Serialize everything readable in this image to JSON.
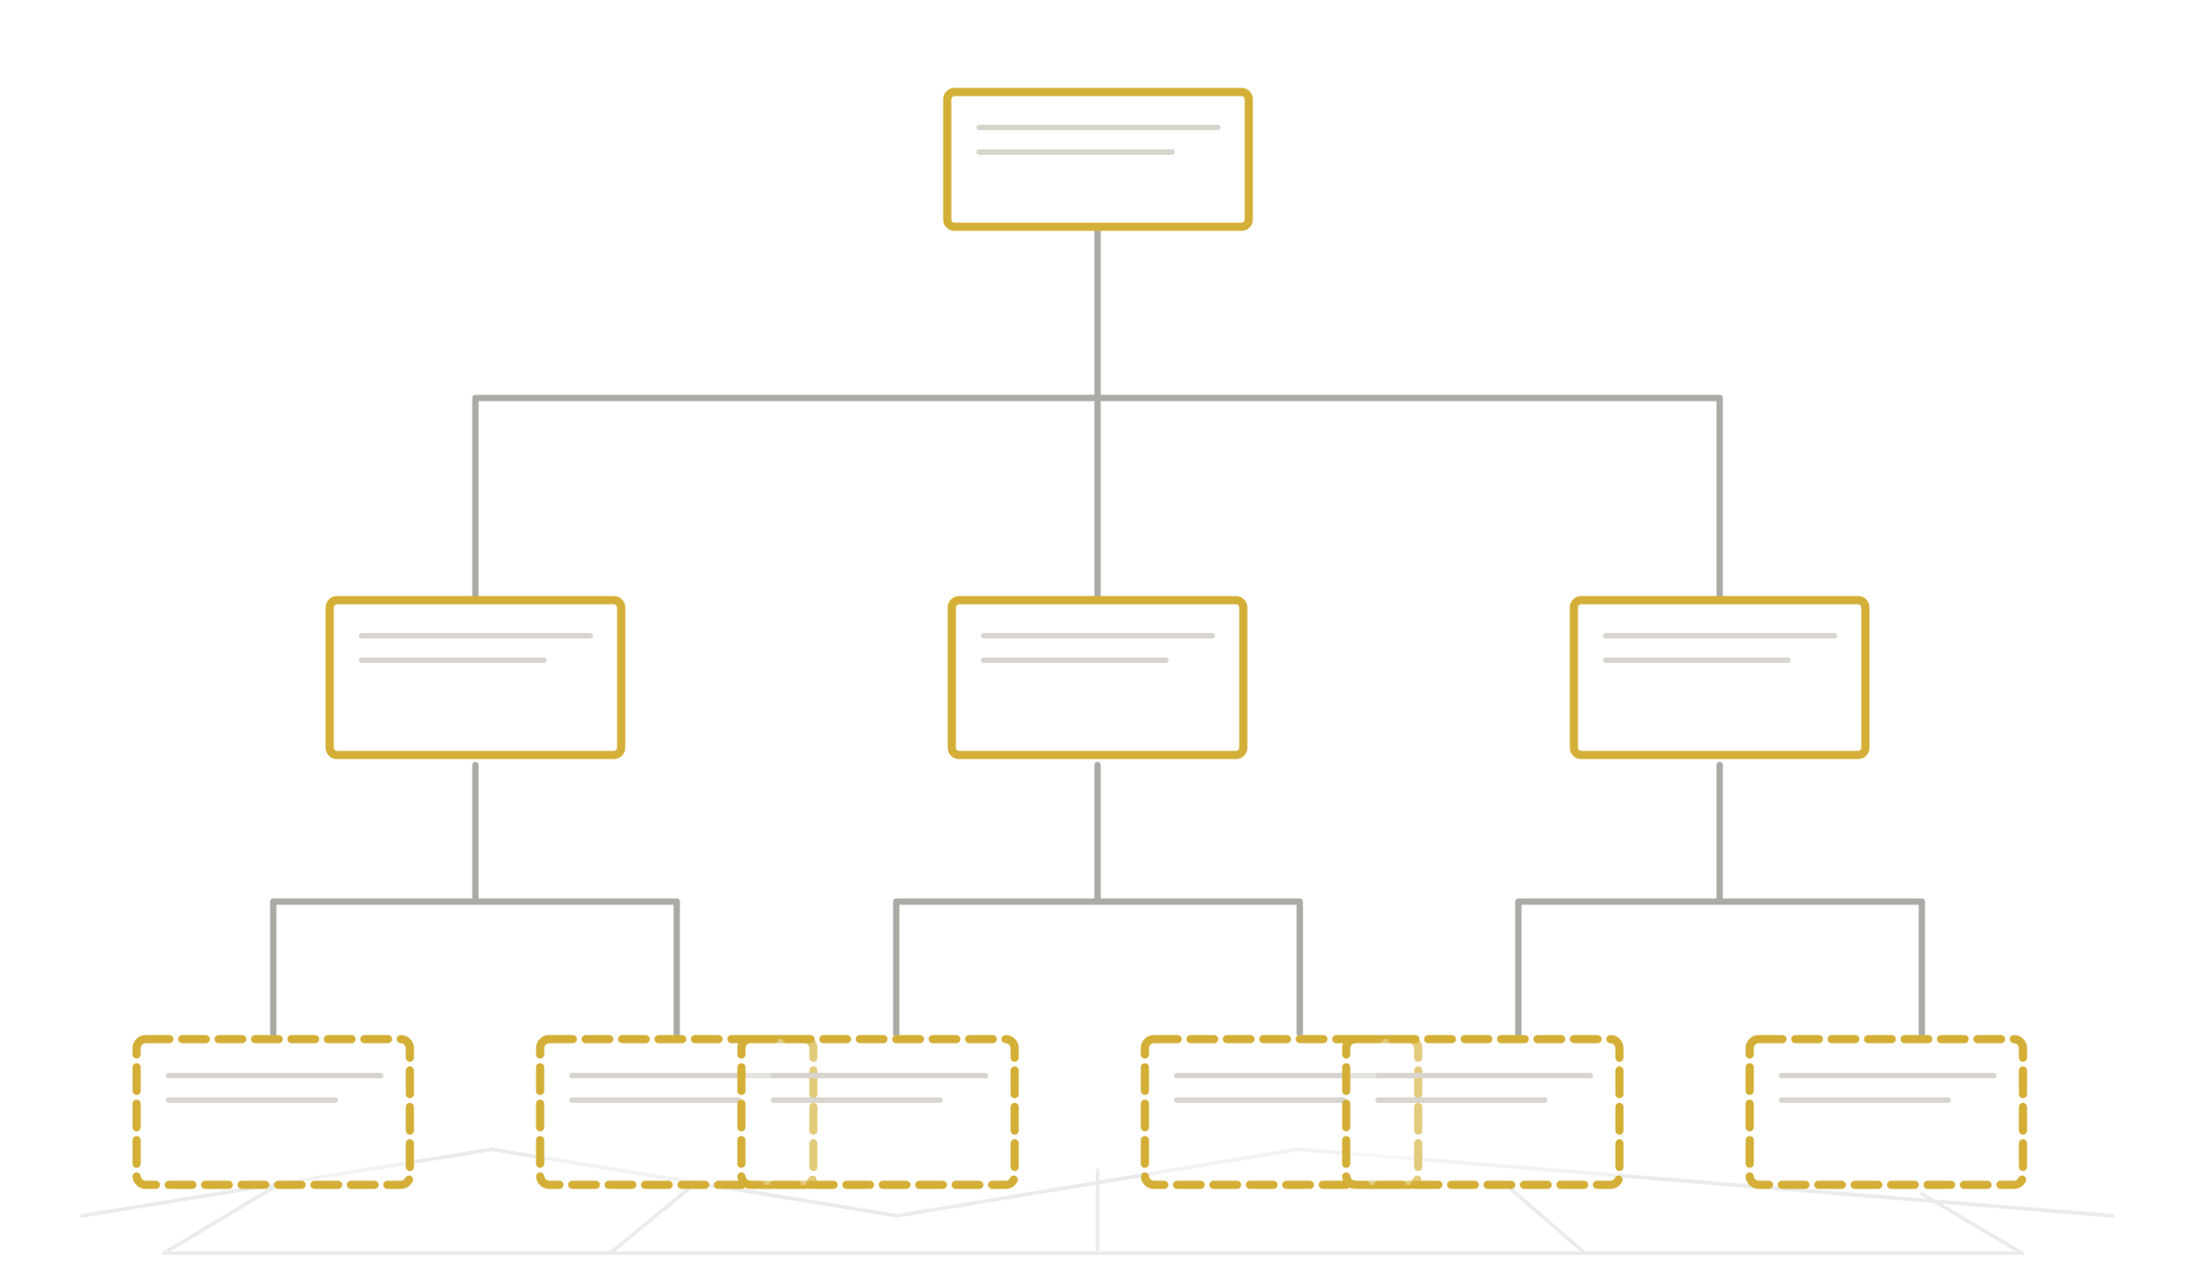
{
  "colors": {
    "box_border": "#D4AF37",
    "connector": "#ABABA6",
    "placeholder_line": "#D8D5CE",
    "faint_line": "#EBEBEB",
    "background": "#FFFFFF"
  },
  "tree": {
    "root": {
      "style": "solid",
      "placeholder_lines": 2
    },
    "level1": [
      {
        "style": "solid",
        "placeholder_lines": 2
      },
      {
        "style": "solid",
        "placeholder_lines": 2
      },
      {
        "style": "solid",
        "placeholder_lines": 2
      }
    ],
    "level2": [
      {
        "parent": 0,
        "style": "dashed",
        "placeholder_lines": 2
      },
      {
        "parent": 0,
        "style": "dashed",
        "placeholder_lines": 2
      },
      {
        "parent": 1,
        "style": "dashed",
        "placeholder_lines": 2
      },
      {
        "parent": 1,
        "style": "dashed",
        "placeholder_lines": 2
      },
      {
        "parent": 2,
        "style": "dashed",
        "placeholder_lines": 2
      },
      {
        "parent": 2,
        "style": "dashed",
        "placeholder_lines": 2
      }
    ]
  }
}
